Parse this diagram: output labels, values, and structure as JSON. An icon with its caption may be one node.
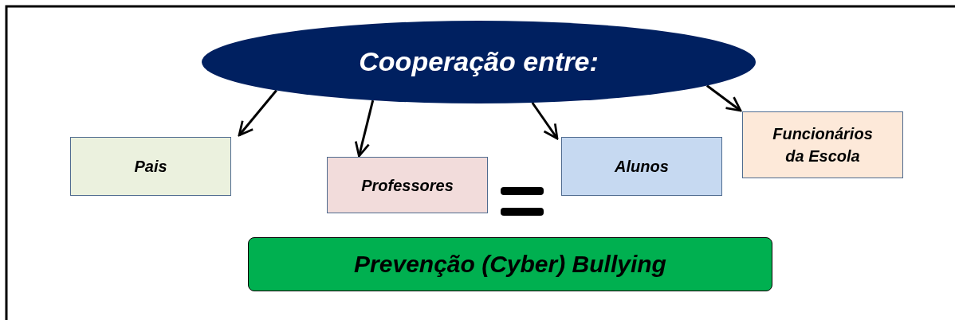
{
  "diagram": {
    "nodes": [
      {
        "text": [
          "Cooperação entre:"
        ]
      },
      {
        "text": [
          "Pais"
        ]
      },
      {
        "text": [
          "Professores"
        ]
      },
      {
        "text": [
          "Alunos"
        ]
      },
      {
        "text": [
          "Funcionários da Escola"
        ]
      },
      {
        "text": [
          "Prevenção (Cyber) Bullying"
        ]
      }
    ],
    "edges": [
      {
        "from": 0,
        "to": 1,
        "arrow": "to"
      },
      {
        "from": 0,
        "to": 2,
        "arrow": "to"
      },
      {
        "from": 0,
        "to": 3,
        "arrow": "to"
      },
      {
        "from": 0,
        "to": 4,
        "arrow": "to"
      }
    ]
  }
}
